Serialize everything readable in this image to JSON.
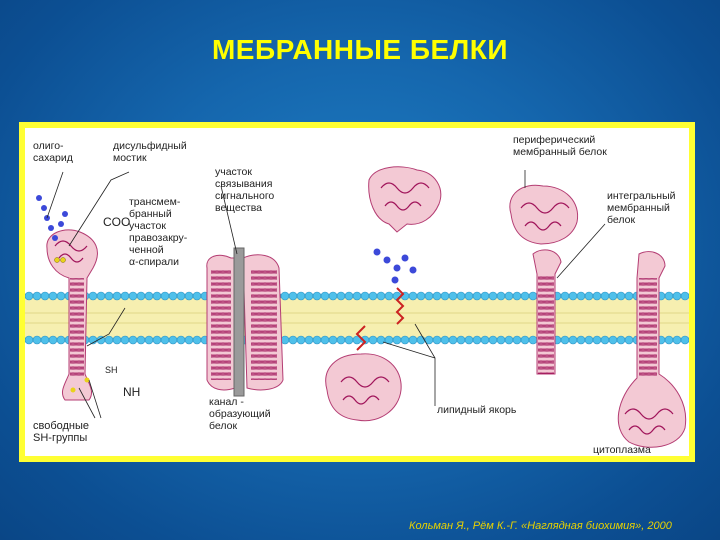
{
  "title": "МЕБРАННЫЕ БЕЛКИ",
  "figure": {
    "labels": {
      "oligosaccharide": "олиго-\nсахарид",
      "disulfide_bridge": "дисульфидный\nмостик",
      "transmembrane_segment": "трансмем-\nбранный\nучасток\nправозакру-\nченной\nα-спирали",
      "cooh": "COO",
      "signal_binding_site": "участок\nсвязывания\nсигнального\nвещества",
      "peripheral_protein": "периферический\nмембранный белок",
      "integral_protein": "интегральный\nмембранный\nбелок",
      "sh": "SH",
      "nh3": "NH",
      "free_sh_groups": "свободные\nSH-группы",
      "channel_protein": "канал -\nобразующий\nбелок",
      "lipid_anchor": "липидный якорь",
      "cytoplasm": "цитоплазма"
    },
    "colors": {
      "protein_fill": "#f3c9d4",
      "protein_stroke": "#b43d73",
      "helix": "#a0145a",
      "lipid_head": "#4fc0ea",
      "lipid_tail": "#f6efb0",
      "sugar": "#3c49d9",
      "leader_line": "#222222"
    }
  },
  "citation": "Кольман Я., Рём К.-Г. «Наглядная биохимия», 2000"
}
